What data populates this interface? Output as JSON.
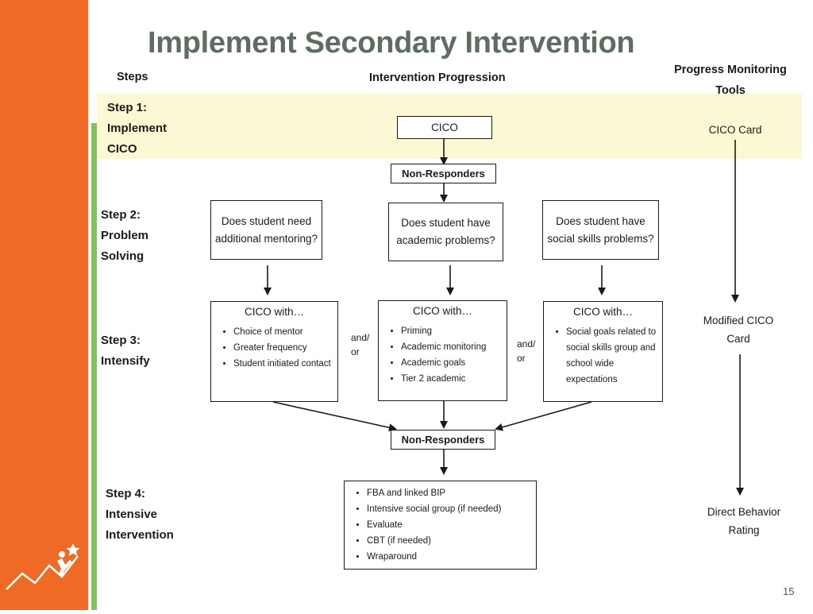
{
  "title": "Implement Secondary Intervention",
  "headers": {
    "steps": "Steps",
    "progression": "Intervention Progression",
    "tools_line1": "Progress Monitoring",
    "tools_line2": "Tools"
  },
  "steps": {
    "step1": [
      "Step 1:",
      "Implement",
      "CICO"
    ],
    "step2": [
      "Step 2:",
      "Problem",
      "Solving"
    ],
    "step3": [
      "Step 3:",
      "Intensify"
    ],
    "step4": [
      "Step 4:",
      "Intensive",
      "Intervention"
    ]
  },
  "flow": {
    "cico": "CICO",
    "non_responders_1": "Non-Responders",
    "non_responders_2": "Non-Responders",
    "questions": [
      "Does student need additional mentoring?",
      "Does student have academic problems?",
      "Does student have social skills problems?"
    ],
    "cico_with": "CICO with…",
    "intensify_lists": [
      [
        "Choice of mentor",
        "Greater frequency",
        "Student initiated contact"
      ],
      [
        "Priming",
        "Academic monitoring",
        "Academic goals",
        "Tier 2 academic"
      ],
      [
        "Social goals related to social skills group and school wide expectations"
      ]
    ],
    "and_or_1": [
      "and/",
      "or"
    ],
    "and_or_2": [
      "and/",
      "or"
    ],
    "intensive_list": [
      "FBA and linked BIP",
      "Intensive social group (if needed)",
      "Evaluate",
      "CBT (if needed)",
      "Wraparound"
    ]
  },
  "tools": {
    "cico_card": "CICO Card",
    "modified_line1": "Modified CICO",
    "modified_line2": "Card",
    "dbr_line1": "Direct Behavior",
    "dbr_line2": "Rating"
  },
  "page_number": "15",
  "colors": {
    "sidebar": "#ee6a25",
    "accent_bar": "#7cc35c",
    "step1_band": "#fdf8d4",
    "title": "#5e6d62"
  }
}
